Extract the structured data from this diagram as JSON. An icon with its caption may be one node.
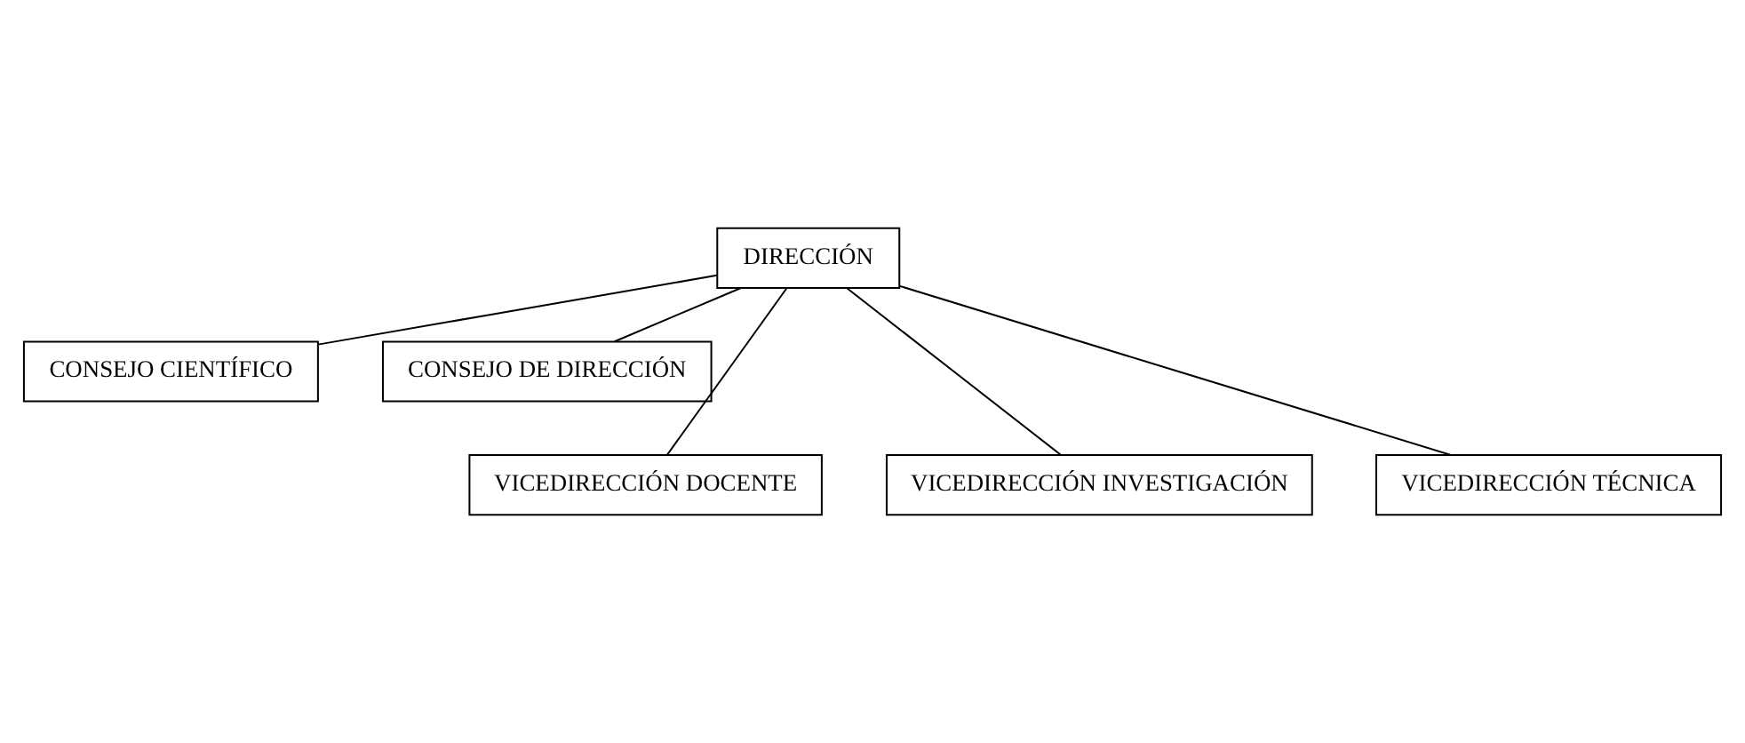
{
  "diagram": {
    "nodes": [
      {
        "text": [
          "DIRECCIÓN"
        ]
      },
      {
        "text": [
          "CONSEJO CIENTÍFICO"
        ]
      },
      {
        "text": [
          "CONSEJO DE DIRECCIÓN"
        ]
      },
      {
        "text": [
          "VICEDIRECCIÓN DOCENTE"
        ]
      },
      {
        "text": [
          "VICEDIRECCIÓN INVESTIGACIÓN"
        ]
      },
      {
        "text": [
          "VICEDIRECCIÓN TÉCNICA"
        ]
      }
    ],
    "edges": [
      {
        "from": 0,
        "to": 1,
        "arrow": "none"
      },
      {
        "from": 0,
        "to": 2,
        "arrow": "none"
      },
      {
        "from": 0,
        "to": 3,
        "arrow": "none"
      },
      {
        "from": 0,
        "to": 4,
        "arrow": "none"
      },
      {
        "from": 0,
        "to": 5,
        "arrow": "none"
      }
    ]
  }
}
